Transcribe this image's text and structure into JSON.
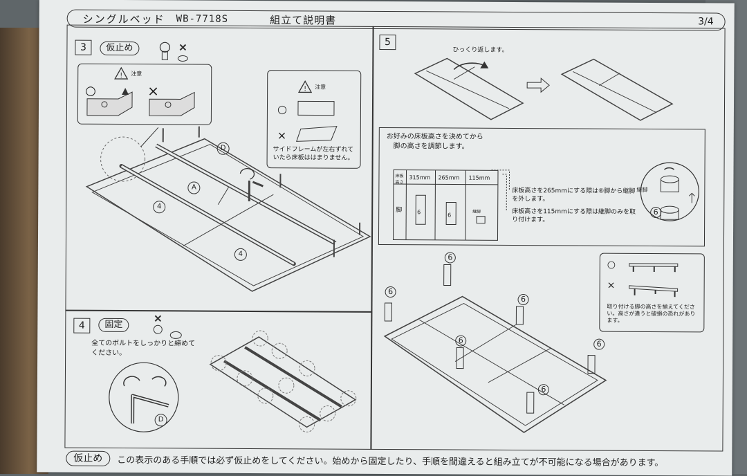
{
  "header": {
    "product": "シングルベッド",
    "model": "WB-7718S",
    "doc_title": "組立て説明書",
    "page": "3/4"
  },
  "step3": {
    "number": "3",
    "label": "仮止め",
    "caution_title": "注意",
    "ok_symbol": "○",
    "ng_symbol": "×",
    "part_a": "A",
    "part_d": "D",
    "part_4": "4",
    "side_caution_title": "注意",
    "side_caution_text": "サイドフレームが左右ずれていたら床板ははまりません。"
  },
  "step4": {
    "number": "4",
    "label": "固定",
    "instruction": "全てのボルトをしっかりと締めてください。",
    "tool": "D"
  },
  "step5": {
    "number": "5",
    "flip_note": "ひっくり返します。",
    "adjust_title": "お好みの床板高さを決めてから",
    "adjust_title2": "脚の高さを調節します。",
    "table": {
      "row_label_height": "床板高さ",
      "row_label_leg": "脚",
      "heights": [
        "315mm",
        "265mm",
        "115mm"
      ],
      "leg_6": "6",
      "small_leg": "継脚"
    },
    "note_265": "床板高さを265mmにする際は⑥脚から継脚を外します。",
    "note_115": "床板高さを115mmにする際は継脚のみを取り付けます。",
    "joint_leg": "継脚",
    "leg_label": "6",
    "leg_caution": "取り付ける脚の高さを揃えてください。高さが違うと破損の恐れがあります。"
  },
  "footer": {
    "label": "仮止め",
    "text": "この表示のある手順では必ず仮止めをしてください。始めから固定したり、手順を間違えると組み立てが不可能になる場合があります。"
  }
}
